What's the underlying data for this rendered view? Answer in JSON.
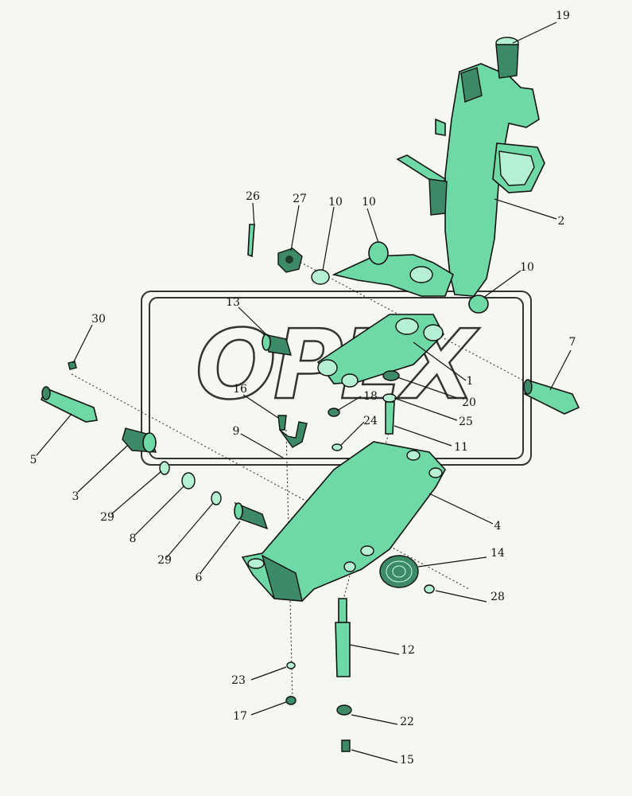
{
  "watermark": "OPEX",
  "callouts": [
    {
      "id": "c19",
      "label": "19"
    },
    {
      "id": "c2",
      "label": "2"
    },
    {
      "id": "c26",
      "label": "26"
    },
    {
      "id": "c27",
      "label": "27"
    },
    {
      "id": "c10a",
      "label": "10"
    },
    {
      "id": "c10b",
      "label": "10"
    },
    {
      "id": "c10c",
      "label": "10"
    },
    {
      "id": "c30",
      "label": "30"
    },
    {
      "id": "c13",
      "label": "13"
    },
    {
      "id": "c7",
      "label": "7"
    },
    {
      "id": "c1",
      "label": "1"
    },
    {
      "id": "c20",
      "label": "20"
    },
    {
      "id": "c16",
      "label": "16"
    },
    {
      "id": "c18",
      "label": "18"
    },
    {
      "id": "c25",
      "label": "25"
    },
    {
      "id": "c24",
      "label": "24"
    },
    {
      "id": "c9",
      "label": "9"
    },
    {
      "id": "c11",
      "label": "11"
    },
    {
      "id": "c5",
      "label": "5"
    },
    {
      "id": "c3",
      "label": "3"
    },
    {
      "id": "c4",
      "label": "4"
    },
    {
      "id": "c29a",
      "label": "29"
    },
    {
      "id": "c8",
      "label": "8"
    },
    {
      "id": "c29b",
      "label": "29"
    },
    {
      "id": "c6",
      "label": "6"
    },
    {
      "id": "c14",
      "label": "14"
    },
    {
      "id": "c28",
      "label": "28"
    },
    {
      "id": "c12",
      "label": "12"
    },
    {
      "id": "c23",
      "label": "23"
    },
    {
      "id": "c17",
      "label": "17"
    },
    {
      "id": "c22",
      "label": "22"
    },
    {
      "id": "c15",
      "label": "15"
    }
  ]
}
